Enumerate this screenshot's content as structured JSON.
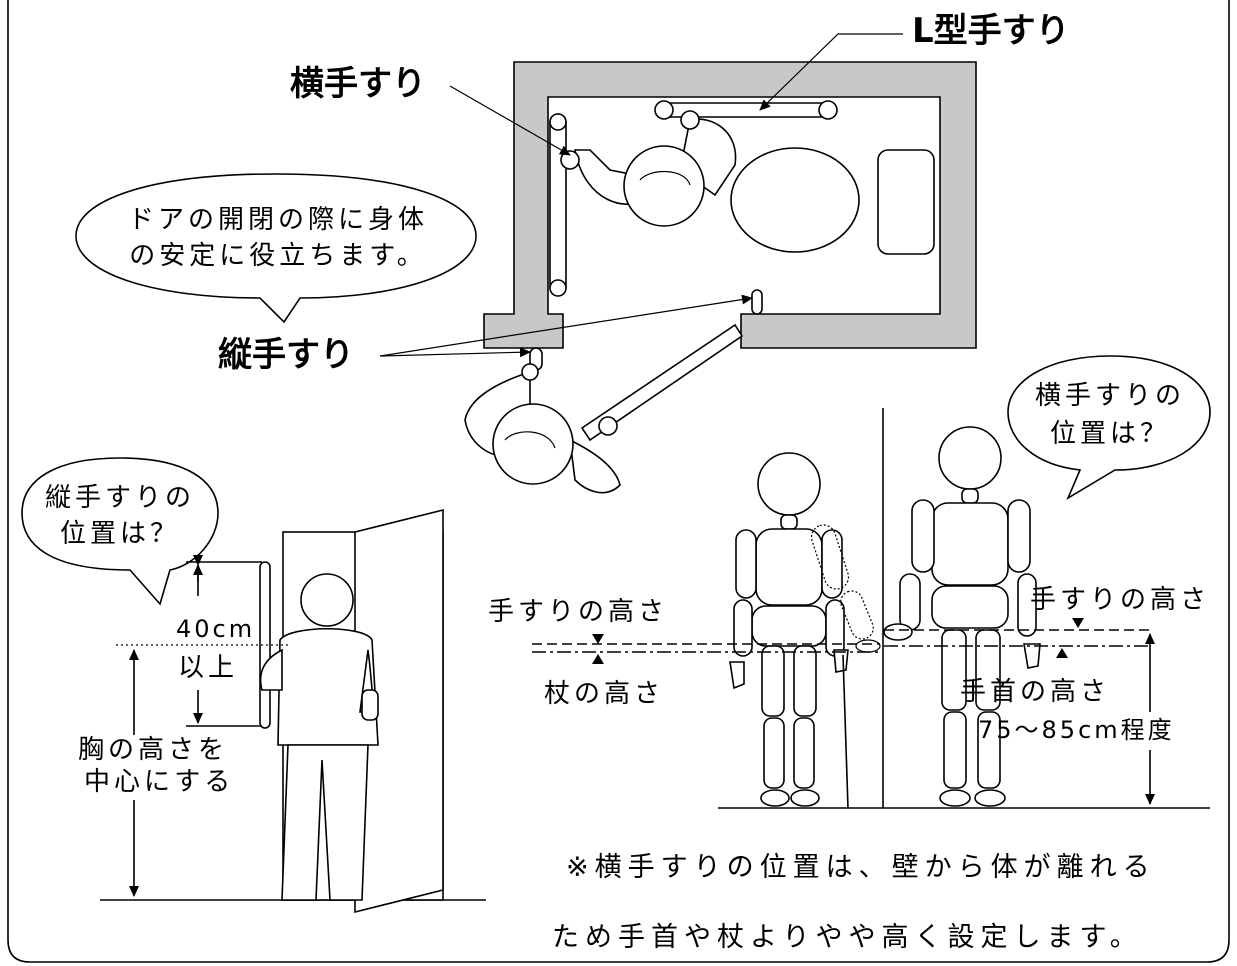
{
  "labels": {
    "l_rail": "L型手すり",
    "horizontal_rail": "横手すり",
    "vertical_rail": "縦手すり",
    "bubble_door_line1": "ドアの開閉の際に身体",
    "bubble_door_line2": "の安定に役立ちます。",
    "bubble_vertical_line1": "縦手すりの",
    "bubble_vertical_line2": "位置は？",
    "bubble_horizontal_line1": "横手すりの",
    "bubble_horizontal_line2": "位置は？",
    "dim_40cm": "40cm",
    "dim_40cm_above": "以上",
    "chest_line1": "胸の高さを",
    "chest_line2": "中心にする",
    "rail_height_left": "手すりの高さ",
    "cane_height": "杖の高さ",
    "rail_height_right": "手すりの高さ",
    "wrist_height": "手首の高さ",
    "height_range": "75～85cm程度",
    "note_line1": "※横手すりの位置は、壁から体が離れる",
    "note_line2": "ため手首や杖よりやや高く設定します。"
  },
  "colors": {
    "wall_fill": "#c8c8c8",
    "line": "#000000",
    "background": "#ffffff"
  }
}
